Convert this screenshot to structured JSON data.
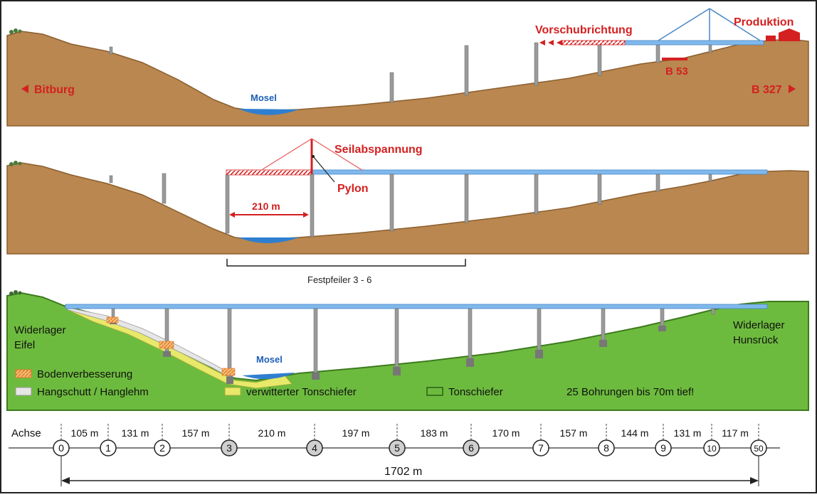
{
  "colors": {
    "earth": "#b9874f",
    "earth_stroke": "#8a5e2e",
    "green": "#6dbb3e",
    "green_stroke": "#3d7a1f",
    "water": "#2f7fd0",
    "deck": "#7fb8ec",
    "pier": "#9a9a9a",
    "red": "#d42020",
    "text_blue": "#1d5fb4",
    "yellow": "#e8e86a"
  },
  "panel1": {
    "left_label": "Bitburg",
    "right_label": "B 327",
    "river_label": "Mosel",
    "push_label": "Vorschubrichtung",
    "production_label": "Produktion",
    "b53_label": "B 53"
  },
  "panel2": {
    "cable_label": "Seilabspannung",
    "pylon_label": "Pylon",
    "span_label": "210 m",
    "fixed_piers_label": "Festpfeiler 3 - 6"
  },
  "panel3": {
    "left_abutment": [
      "Widerlager",
      "Eifel"
    ],
    "right_abutment": [
      "Widerlager",
      "Hunsrück"
    ],
    "river_label": "Mosel",
    "legend": {
      "soil_improvement": "Bodenverbesserung",
      "scree": "Hangschutt / Hanglehm",
      "weathered_shale": "verwitterter Tonschiefer",
      "shale": "Tonschiefer",
      "boreholes": "25 Bohrungen bis 70m tief!"
    }
  },
  "axis": {
    "label": "Achse",
    "axes": [
      "0",
      "1",
      "2",
      "3",
      "4",
      "5",
      "6",
      "7",
      "8",
      "9",
      "10",
      "50"
    ],
    "spans": [
      "105 m",
      "131 m",
      "157 m",
      "210 m",
      "197 m",
      "183 m",
      "170 m",
      "157 m",
      "144 m",
      "131 m",
      "117 m"
    ],
    "total": "1702 m"
  }
}
